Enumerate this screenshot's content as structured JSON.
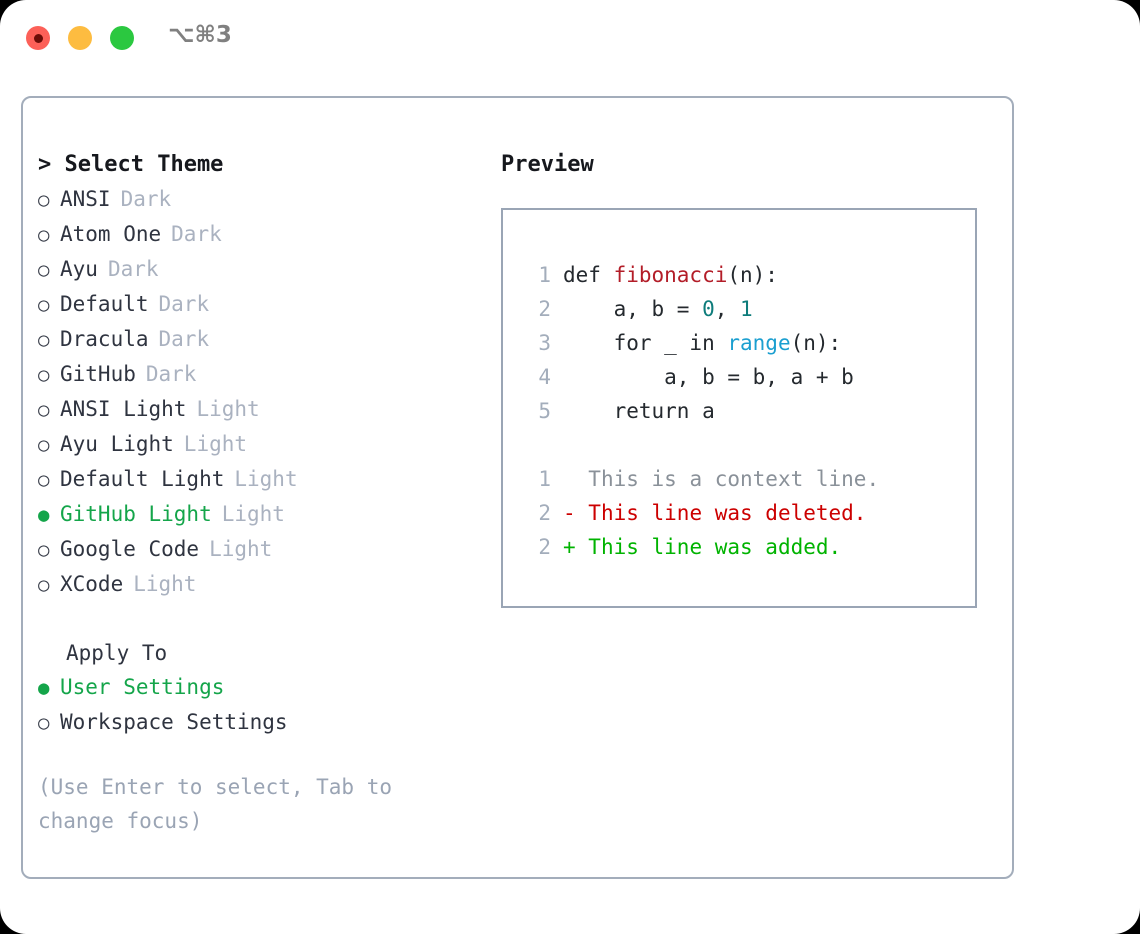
{
  "window": {
    "title_shortcut": "⌥⌘3",
    "traffic_lights": [
      {
        "name": "close-button",
        "color": "#fc6058"
      },
      {
        "name": "minimize-button",
        "color": "#fdbc40"
      },
      {
        "name": "maximize-button",
        "color": "#2bc840"
      }
    ]
  },
  "theme_picker": {
    "heading": "> Select Theme",
    "items": [
      {
        "marker": "○",
        "name": "ANSI",
        "tag": "Dark",
        "selected": false
      },
      {
        "marker": "○",
        "name": "Atom One",
        "tag": "Dark",
        "selected": false
      },
      {
        "marker": "○",
        "name": "Ayu",
        "tag": "Dark",
        "selected": false
      },
      {
        "marker": "○",
        "name": "Default",
        "tag": "Dark",
        "selected": false
      },
      {
        "marker": "○",
        "name": "Dracula",
        "tag": "Dark",
        "selected": false
      },
      {
        "marker": "○",
        "name": "GitHub",
        "tag": "Dark",
        "selected": false
      },
      {
        "marker": "○",
        "name": "ANSI Light",
        "tag": "Light",
        "selected": false
      },
      {
        "marker": "○",
        "name": "Ayu Light",
        "tag": "Light",
        "selected": false
      },
      {
        "marker": "○",
        "name": "Default Light",
        "tag": "Light",
        "selected": false
      },
      {
        "marker": "●",
        "name": "GitHub Light",
        "tag": "Light",
        "selected": true
      },
      {
        "marker": "○",
        "name": "Google Code",
        "tag": "Light",
        "selected": false
      },
      {
        "marker": "○",
        "name": "XCode",
        "tag": "Light",
        "selected": false
      }
    ]
  },
  "apply_to": {
    "label": "Apply To",
    "options": [
      {
        "marker": "●",
        "name": "User Settings",
        "selected": true
      },
      {
        "marker": "○",
        "name": "Workspace Settings",
        "selected": false
      }
    ]
  },
  "hint": "(Use Enter to select, Tab to change focus)",
  "preview": {
    "title": "Preview",
    "code_lines": [
      {
        "no": "1",
        "tokens": [
          {
            "text": "def ",
            "type": "plain"
          },
          {
            "text": "fibonacci",
            "type": "fn"
          },
          {
            "text": "(n):",
            "type": "plain"
          }
        ]
      },
      {
        "no": "2",
        "tokens": [
          {
            "text": "    a, b = ",
            "type": "plain"
          },
          {
            "text": "0",
            "type": "num"
          },
          {
            "text": ", ",
            "type": "plain"
          },
          {
            "text": "1",
            "type": "num"
          }
        ]
      },
      {
        "no": "3",
        "tokens": [
          {
            "text": "    for _ in ",
            "type": "plain"
          },
          {
            "text": "range",
            "type": "call"
          },
          {
            "text": "(n):",
            "type": "plain"
          }
        ]
      },
      {
        "no": "4",
        "tokens": [
          {
            "text": "        a, b = b, a + b",
            "type": "plain"
          }
        ]
      },
      {
        "no": "5",
        "tokens": [
          {
            "text": "    return a",
            "type": "plain"
          }
        ]
      }
    ],
    "diff_lines": [
      {
        "no": "1",
        "sign": "  ",
        "text": "This is a context line.",
        "kind": "ctx"
      },
      {
        "no": "2",
        "sign": "- ",
        "text": "This line was deleted.",
        "kind": "del"
      },
      {
        "no": "2",
        "sign": "+ ",
        "text": "This line was added.",
        "kind": "add"
      }
    ]
  },
  "colors": {
    "selection_green": "#14a54a",
    "panel_border": "#a3adbb",
    "tag_muted": "#aab2c0",
    "code_fn_red": "#b31d28",
    "code_num_teal": "#0e7c7b",
    "code_call_blue": "#1b9fd0",
    "diff_delete_red": "#cc0000",
    "diff_add_green": "#00b300",
    "diff_context_grey": "#8a9199"
  }
}
